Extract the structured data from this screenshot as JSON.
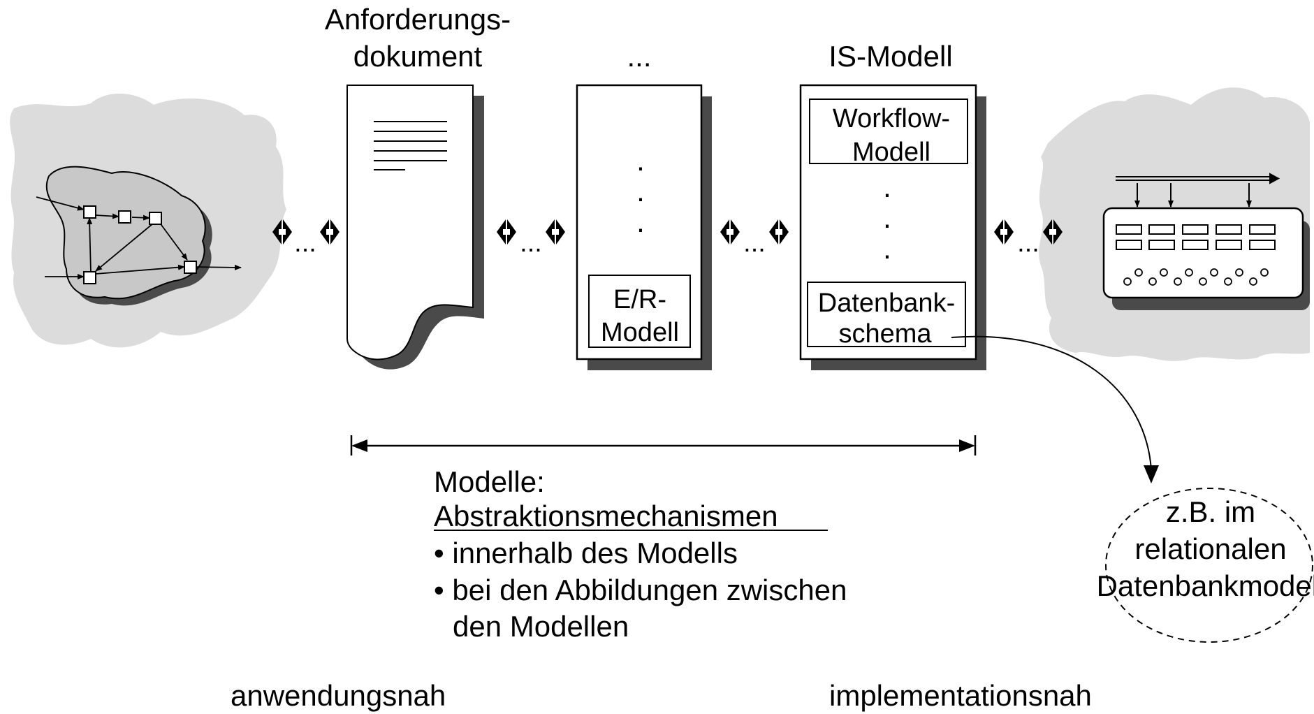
{
  "colors": {
    "ink": "#000000",
    "paper": "#ffffff",
    "cloud_fill": "#dcdcdc",
    "shadow": "#4a4a4a",
    "inner_fill": "#c8c8c8"
  },
  "labels": {
    "requirements_title_line1": "Anforderungs-",
    "requirements_title_line2": "dokument",
    "middle_title": "...",
    "is_model_title": "IS-Modell",
    "er_model_line1": "E/R-",
    "er_model_line2": "Modell",
    "workflow_line1": "Workflow-",
    "workflow_line2": "Modell",
    "dbschema_line1": "Datenbank-",
    "dbschema_line2": "schema",
    "connector_dots": "...",
    "vdot": "."
  },
  "explanation": {
    "heading": "Modelle:",
    "subheading": "Abstraktionsmechanismen",
    "bullet1": "• innerhalb des Modells",
    "bullet2_line1": "• bei den Abbildungen zwischen",
    "bullet2_line2": "den Modellen"
  },
  "callout": {
    "line1": "z.B. im",
    "line2": "relationalen",
    "line3": "Datenbankmodell"
  },
  "axis": {
    "left_label": "anwendungsnah",
    "right_label": "implementationsnah"
  },
  "icons": {
    "application_world": "process-graph-cloud-icon",
    "implementation_world": "computer-system-cloud-icon",
    "mapping": "bidirectional-mapping-icon"
  }
}
